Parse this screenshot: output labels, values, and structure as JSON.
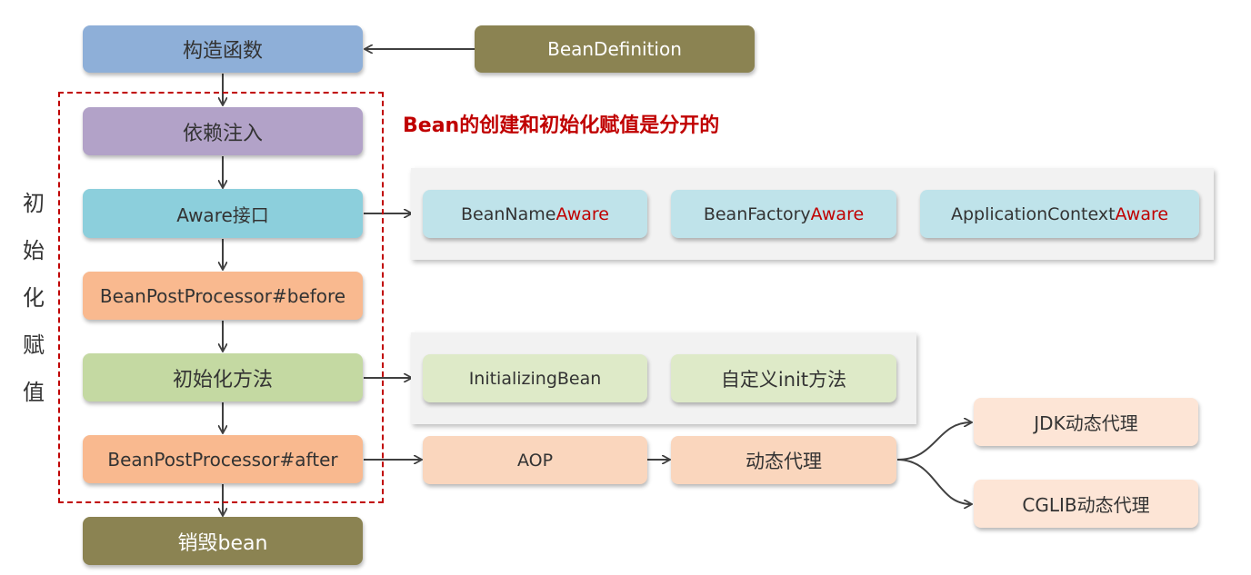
{
  "main": {
    "constructor": "构造函数",
    "bean_definition": "BeanDefinition",
    "dependency_injection": "依赖注入",
    "aware_interface": "Aware接口",
    "post_before": "BeanPostProcessor#before",
    "init_method": "初始化方法",
    "post_after": "BeanPostProcessor#after",
    "destroy": "销毁bean"
  },
  "side_label": [
    "初",
    "始",
    "化",
    "赋",
    "值"
  ],
  "note": "Bean的创建和初始化赋值是分开的",
  "aware_items": [
    {
      "prefix": "BeanName",
      "accent": "Aware"
    },
    {
      "prefix": "BeanFactory",
      "accent": "Aware"
    },
    {
      "prefix": "ApplicationContext",
      "accent": "Aware"
    }
  ],
  "init_items": [
    "InitializingBean",
    "自定义init方法"
  ],
  "after_chain": {
    "aop": "AOP",
    "dynamic_proxy": "动态代理",
    "jdk_proxy": "JDK动态代理",
    "cglib_proxy": "CGLIB动态代理"
  },
  "colors": {
    "blue": "#8eafd8",
    "olive": "#8b8352",
    "purple": "#b2a2c8",
    "teal": "#8ccfdc",
    "orange": "#f9b98f",
    "green": "#c4d9a2",
    "accent_red": "#c00000"
  }
}
